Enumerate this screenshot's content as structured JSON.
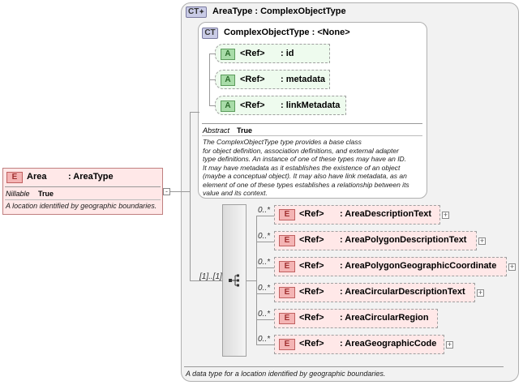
{
  "outer": {
    "badge": "CT",
    "title": "AreaType : ComplexObjectType",
    "footer": "A data type for a location identified by geographic boundaries."
  },
  "inner": {
    "badge": "CT",
    "title": "ComplexObjectType : <None>",
    "attributes": [
      {
        "badge": "A",
        "ref": "<Ref>",
        "name": ": id"
      },
      {
        "badge": "A",
        "ref": "<Ref>",
        "name": ": metadata"
      },
      {
        "badge": "A",
        "ref": "<Ref>",
        "name": ": linkMetadata"
      }
    ],
    "abstract_label": "Abstract",
    "abstract_value": "True",
    "description": [
      "The ComplexObjectType type provides a base class",
      "for object definition, association definitions, and external adapter",
      "type definitions. An instance of one of these types may have an ID.",
      "It may have metadata as it establishes the existence of an object",
      "(maybe a conceptual object). It may also have link metadata, as an",
      "element of one of these types establishes a relationship between its",
      "value and its context."
    ]
  },
  "element": {
    "badge": "E",
    "name": "Area",
    "type": ": AreaType",
    "nillable_label": "Nillable",
    "nillable_value": "True",
    "description": "A location identified by geographic boundaries."
  },
  "sequence": {
    "cardinality": "[1]..[1]",
    "children": [
      {
        "card": "0..*",
        "badge": "E",
        "ref": "<Ref>",
        "name": ": AreaDescriptionText"
      },
      {
        "card": "0..*",
        "badge": "E",
        "ref": "<Ref>",
        "name": ": AreaPolygonDescriptionText"
      },
      {
        "card": "0..*",
        "badge": "E",
        "ref": "<Ref>",
        "name": ": AreaPolygonGeographicCoordinate"
      },
      {
        "card": "0..*",
        "badge": "E",
        "ref": "<Ref>",
        "name": ": AreaCircularDescriptionText"
      },
      {
        "card": "0..*",
        "badge": "E",
        "ref": "<Ref>",
        "name": ": AreaCircularRegion"
      },
      {
        "card": "0..*",
        "badge": "E",
        "ref": "<Ref>",
        "name": ": AreaGeographicCode"
      }
    ]
  },
  "colors": {
    "ct_box": "#f2f2f2",
    "element_fill": "#ffe8e8",
    "attribute_fill": "#eefbee",
    "badge_ct": "#c9cbe6"
  }
}
